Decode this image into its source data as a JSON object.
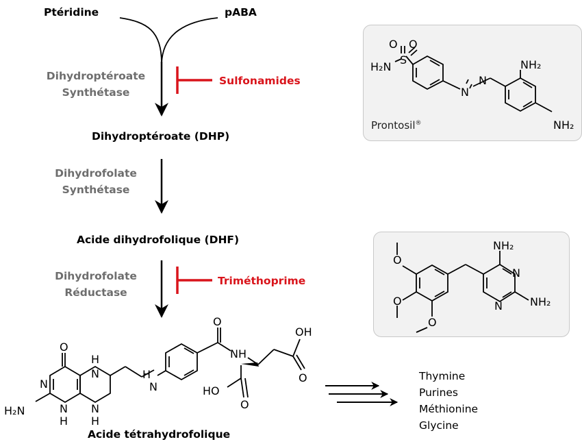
{
  "pathway": {
    "substrate_left": "Ptéridine",
    "substrate_right": "pABA",
    "step1_enzyme_line1": "Dihydroptéroate",
    "step1_enzyme_line2": "Synthétase",
    "step1_inhibitor": "Sulfonamides",
    "intermediate1": "Dihydroptéroate (DHP)",
    "step2_enzyme_line1": "Dihydrofolate",
    "step2_enzyme_line2": "Synthétase",
    "intermediate2": "Acide dihydrofolique (DHF)",
    "step3_enzyme_line1": "Dihydrofolate",
    "step3_enzyme_line2": "Réductase",
    "step3_inhibitor": "Triméthoprime",
    "final_product": "Acide tétrahydrofolique"
  },
  "products": [
    "Thymine",
    "Purines",
    "Méthionine",
    "Glycine"
  ],
  "prontosil": {
    "name": "Prontosil",
    "mark": "®"
  },
  "atoms": {
    "O": "O",
    "S": "S",
    "H2N": "H₂N",
    "N": "N",
    "NH2": "NH₂",
    "H": "H",
    "OH": "OH",
    "HO": "HO",
    "NH": "NH"
  },
  "colors": {
    "inhibitor": "#d9141b",
    "enzyme": "#6e6e6e",
    "panel_bg": "#f2f2f2",
    "panel_border": "#c8c8c8"
  }
}
